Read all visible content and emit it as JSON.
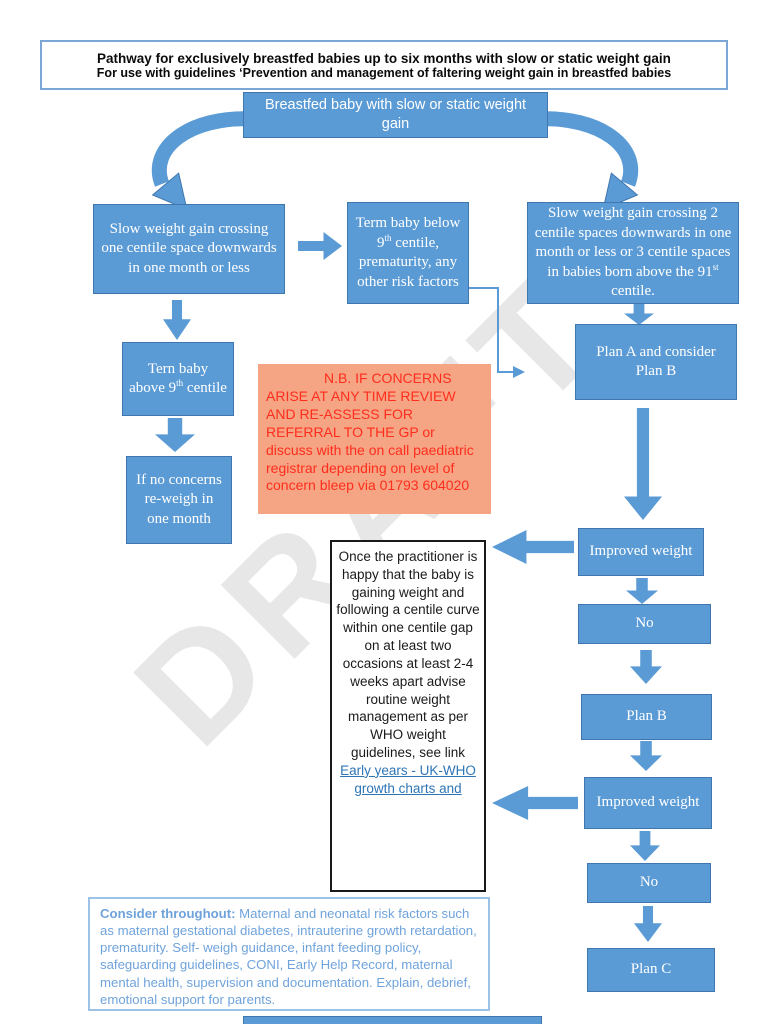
{
  "title": {
    "line1": "Pathway for exclusively breastfed babies up to six months with slow or static weight gain",
    "line2": "For use with guidelines ‘Prevention and management of faltering weight gain in breastfed babies"
  },
  "watermark": "DRAFT",
  "flow": {
    "start": {
      "label": "Breastfed baby with slow or static weight gain"
    },
    "slow_one_centile": {
      "label": "Slow weight gain crossing one centile space downwards in one month or less"
    },
    "term_below_9th": {
      "pre": "Term baby below 9",
      "sup": "th",
      "post": " centile, prematurity, any other risk factors"
    },
    "slow_two_centile": {
      "pre": "Slow weight gain crossing 2 centile spaces downwards in one month or less or 3 centile spaces in babies born above the 91",
      "sup": "st",
      "post": " centile."
    },
    "tern_above_9th": {
      "pre": "Tern baby above 9",
      "sup": "th",
      "post": " centile"
    },
    "reweigh": {
      "label": "If no concerns re-weigh in one month"
    },
    "nb_warning": {
      "label": "N.B. IF CONCERNS ARISE AT ANY TIME REVIEW AND RE-ASSESS FOR REFERRAL TO THE GP or discuss with the on call paediatric registrar depending on level of concern bleep via 01793 604020"
    },
    "plan_a": {
      "label": "Plan A and consider Plan B"
    },
    "improved_weight_1": {
      "label": "Improved weight"
    },
    "no_1": {
      "label": "No"
    },
    "plan_b": {
      "label": "Plan B"
    },
    "improved_weight_2": {
      "label": "Improved weight"
    },
    "no_2": {
      "label": "No"
    },
    "plan_c": {
      "label": "Plan C"
    },
    "outcome": {
      "body": "Once the practitioner is happy that the baby is gaining weight and following a centile curve within one centile gap on at least two occasions at least 2-4 weeks apart advise routine weight management as per WHO weight guidelines, see link",
      "link": "Early years - UK-WHO growth charts and"
    },
    "consider": {
      "lead": "Consider throughout:",
      "body": " Maternal and neonatal risk factors such as maternal gestational diabetes, intrauterine growth retardation, prematurity.  Self- weigh guidance, infant feeding policy, safeguarding guidelines, CONI, Early Help Record, maternal mental health, supervision and documentation. Explain, debrief, emotional support for parents."
    }
  },
  "colors": {
    "node_fill": "#5B9BD5",
    "node_border": "#3f76ad",
    "warning_fill": "#F5A583",
    "warning_text": "#FF2D1E",
    "link": "#2E75B6",
    "consider_text": "#6FA3DC",
    "watermark": "#E7E7E7"
  }
}
